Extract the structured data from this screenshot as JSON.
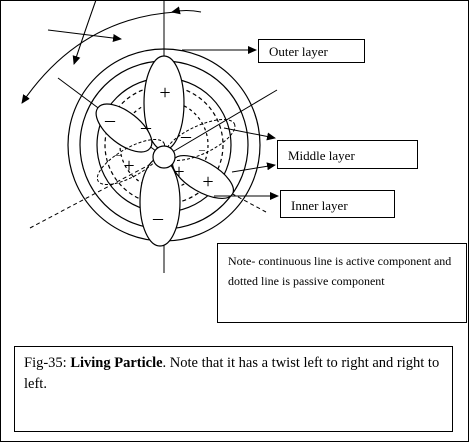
{
  "labels": {
    "outer": "Outer layer",
    "middle": "Middle layer",
    "inner": "Inner layer"
  },
  "note": "Note- continuous line is active component and dotted line is passive component",
  "caption": {
    "fig": "Fig-35:",
    "title": "Living Particle",
    "text": ". Note that it has a twist left to right and right to left."
  },
  "signs": {
    "plus": "+",
    "minus": "–"
  }
}
